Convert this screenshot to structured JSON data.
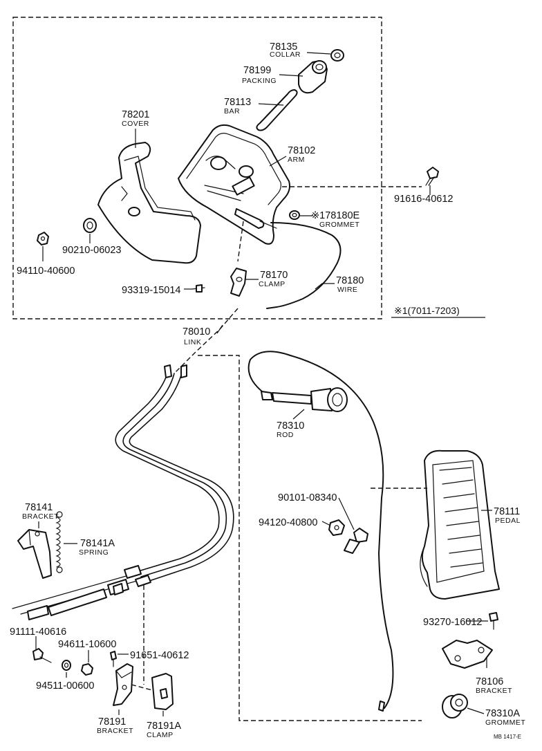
{
  "note": {
    "label": "※1(7011-7203)"
  },
  "drawing_code": "MB 1417-E",
  "parts": {
    "p78135": {
      "num": "78135",
      "name": "COLLAR"
    },
    "p78199": {
      "num": "78199",
      "name": "PACKING"
    },
    "p78113": {
      "num": "78113",
      "name": "BAR"
    },
    "p78201": {
      "num": "78201",
      "name": "COVER"
    },
    "p78102": {
      "num": "78102",
      "name": "ARM"
    },
    "p91616": {
      "num": "91616-40612"
    },
    "p178180E": {
      "num": "※178180E",
      "name": "GROMMET"
    },
    "p90210": {
      "num": "90210-06023"
    },
    "p94110": {
      "num": "94110-40600"
    },
    "p78170": {
      "num": "78170",
      "name": "CLAMP"
    },
    "p93319": {
      "num": "93319-15014"
    },
    "p78180": {
      "num": "78180",
      "name": "WIRE"
    },
    "p78010": {
      "num": "78010",
      "name": "LINK"
    },
    "p78310": {
      "num": "78310",
      "name": "ROD"
    },
    "p78141": {
      "num": "78141",
      "name": "BRACKET"
    },
    "p78141A": {
      "num": "78141A",
      "name": "SPRING"
    },
    "p90101": {
      "num": "90101-08340"
    },
    "p94120": {
      "num": "94120-40800"
    },
    "p78111": {
      "num": "78111",
      "name": "PEDAL"
    },
    "p91111": {
      "num": "91111-40616"
    },
    "p94611": {
      "num": "94611-10600"
    },
    "p91651": {
      "num": "91651-40612"
    },
    "p94511": {
      "num": "94511-00600"
    },
    "p93270": {
      "num": "93270-16012"
    },
    "p78106": {
      "num": "78106",
      "name": "BRACKET"
    },
    "p78191": {
      "num": "78191",
      "name": "BRACKET"
    },
    "p78191A": {
      "num": "78191A",
      "name": "CLAMP"
    },
    "p78310A": {
      "num": "78310A",
      "name": "GROMMET"
    }
  }
}
